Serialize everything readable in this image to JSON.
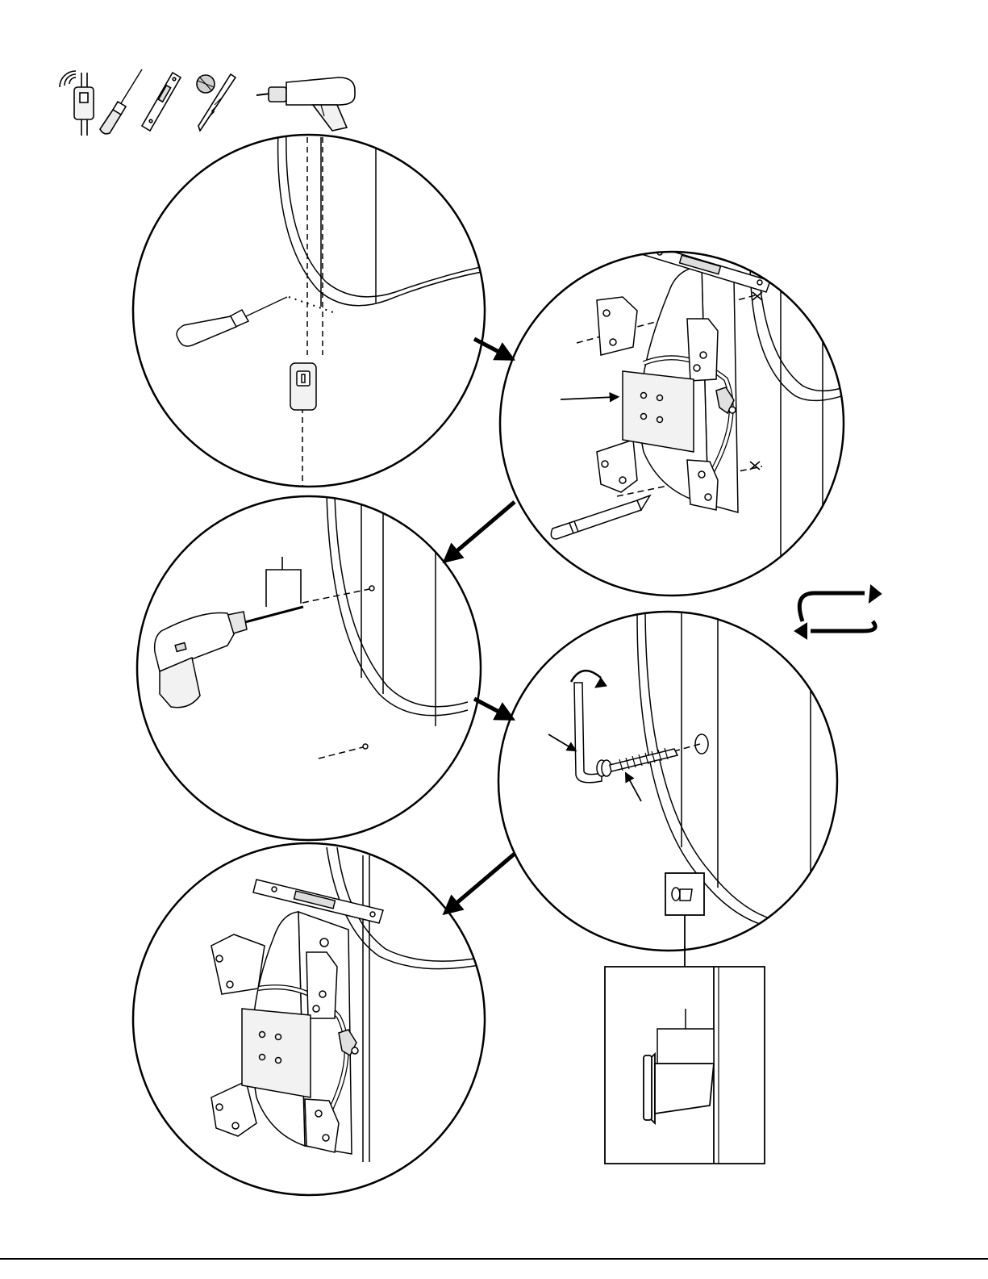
{
  "page": {
    "background": "#ffffff",
    "ink": "#000000",
    "fill_light": "#f2f2f2",
    "fill_mid": "#d9d9d9"
  },
  "tools": [
    {
      "icon": "stud-finder-icon"
    },
    {
      "icon": "awl-icon"
    },
    {
      "icon": "level-icon"
    },
    {
      "icon": "drill-bit-icon"
    },
    {
      "icon": "power-drill-icon"
    }
  ],
  "steps": [
    {
      "id": 1,
      "name": "locate-stud-and-mark"
    },
    {
      "id": 2,
      "name": "level-bracket-and-mark-holes"
    },
    {
      "id": 3,
      "name": "drill-pilot-holes"
    },
    {
      "id": 4,
      "name": "insert-lag-bolts"
    },
    {
      "id": 5,
      "name": "bracket-mounted-level"
    }
  ],
  "repeat_icon": "repeat-cycle-icon",
  "detail_inset": "washer-seated-against-wall-detail"
}
